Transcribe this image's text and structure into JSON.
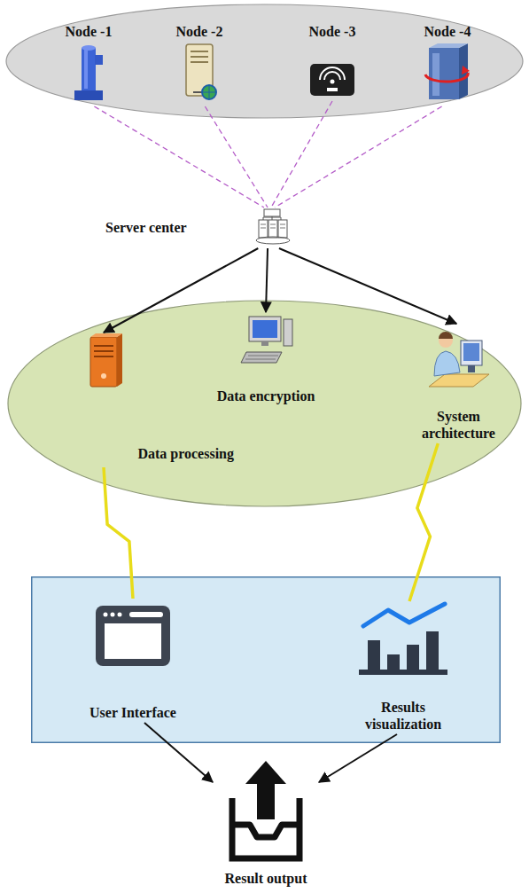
{
  "diagram": {
    "nodes": [
      {
        "text": []
      },
      {
        "text": [
          "Node -1"
        ],
        "in": 0
      },
      {
        "text": [
          "Node -2"
        ],
        "in": 0
      },
      {
        "text": [
          "Node -3"
        ],
        "in": 0
      },
      {
        "text": [
          "Node -4"
        ],
        "in": 0
      },
      {
        "text": [
          "Server center"
        ]
      },
      {
        "text": []
      },
      {
        "text": [
          "Data encryption"
        ],
        "in": 6
      },
      {
        "text": [
          "Data processing"
        ],
        "in": 6
      },
      {
        "text": [
          "System architecture"
        ],
        "in": 6
      },
      {
        "text": []
      },
      {
        "text": [
          "User Interface"
        ],
        "in": 10
      },
      {
        "text": [
          "Results visualization"
        ],
        "in": 10
      },
      {
        "text": [
          "Result output"
        ]
      }
    ],
    "edges": [
      {
        "from": 1,
        "to": 5,
        "arrow": "none"
      },
      {
        "from": 2,
        "to": 5,
        "arrow": "none"
      },
      {
        "from": 3,
        "to": 5,
        "arrow": "none"
      },
      {
        "from": 4,
        "to": 5,
        "arrow": "none"
      },
      {
        "from": 5,
        "to": 8,
        "arrow": "to"
      },
      {
        "from": 5,
        "to": 7,
        "arrow": "to"
      },
      {
        "from": 5,
        "to": 9,
        "arrow": "to"
      },
      {
        "from": 8,
        "to": 11,
        "arrow": "none"
      },
      {
        "from": 9,
        "to": 12,
        "arrow": "none"
      },
      {
        "from": 11,
        "to": 13,
        "arrow": "to"
      },
      {
        "from": 12,
        "to": 13,
        "arrow": "to"
      }
    ]
  }
}
